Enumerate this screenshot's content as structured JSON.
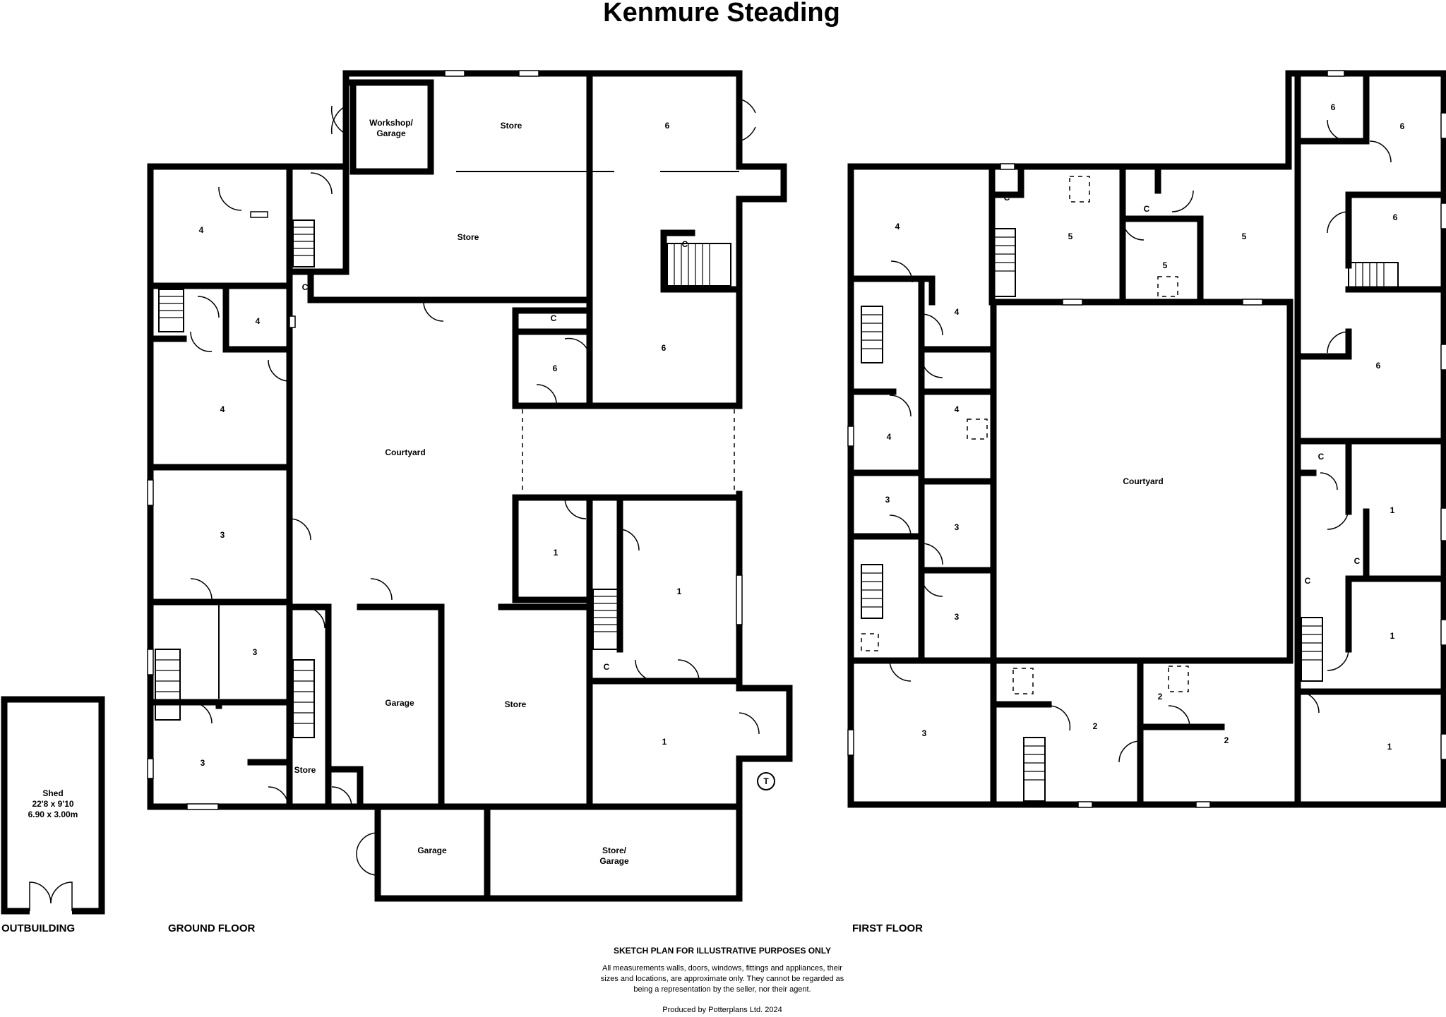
{
  "title": "Kenmure Steading",
  "floors": {
    "outbuilding": "OUTBUILDING",
    "ground": "GROUND FLOOR",
    "first": "FIRST FLOOR"
  },
  "outbuilding": {
    "shed_name": "Shed",
    "shed_imperial": "22'8 x 9'10",
    "shed_metric": "6.90 x 3.00m"
  },
  "ground_rooms": {
    "workshop_line1": "Workshop/",
    "workshop_line2": "Garage",
    "store_top": "Store",
    "store_mid": "Store",
    "room_6_top": "6",
    "room_c_stair": "C",
    "room_4_top": "4",
    "room_c_small": "C",
    "room_4_small": "4",
    "room_c_6": "C",
    "room_6_small": "6",
    "room_6_right": "6",
    "room_4_mid": "4",
    "courtyard": "Courtyard",
    "room_3_a": "3",
    "room_1_small": "1",
    "room_1_right": "1",
    "room_3_b": "3",
    "room_c_1": "C",
    "garage_inner": "Garage",
    "store_center": "Store",
    "room_1_bottom": "1",
    "room_3_c": "3",
    "store_small": "Store",
    "tank": "T",
    "garage_bottom": "Garage",
    "store_garage_1": "Store/",
    "store_garage_2": "Garage"
  },
  "first_rooms": {
    "room_6_a": "6",
    "room_6_b": "6",
    "room_6_c": "6",
    "room_6_d": "6",
    "room_4_a": "4",
    "room_c_a": "C",
    "room_5_a": "5",
    "room_c_b": "C",
    "room_5_b": "5",
    "room_5_c": "5",
    "room_4_b": "4",
    "room_4_c": "4",
    "room_4_d": "4",
    "courtyard": "Courtyard",
    "room_3_a": "3",
    "room_3_b": "3",
    "room_3_c": "3",
    "room_c_c": "C",
    "room_1_a": "1",
    "room_c_d": "C",
    "room_c_e": "C",
    "room_1_b": "1",
    "room_3_d": "3",
    "room_2_a": "2",
    "room_2_b": "2",
    "room_2_c": "2",
    "room_1_c": "1"
  },
  "notes": {
    "heading": "SKETCH PLAN FOR ILLUSTRATIVE PURPOSES ONLY",
    "line1": "All measurements walls, doors, windows, fittings and appliances, their",
    "line2": "sizes and locations, are approximate only. They cannot be regarded as",
    "line3": "being a representation by the seller, nor their agent.",
    "produced_by": "Produced by Potterplans Ltd. 2024"
  }
}
